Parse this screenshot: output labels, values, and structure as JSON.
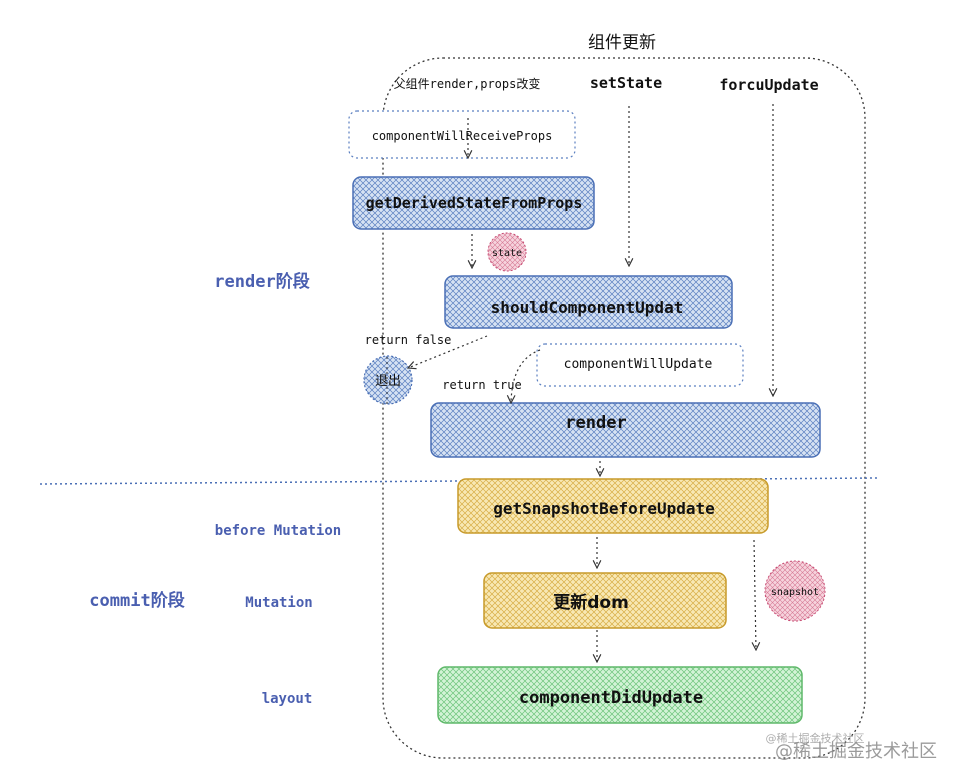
{
  "title": "组件更新",
  "triggers": {
    "parent": "父组件render,props改变",
    "set_state": "setState",
    "force_update": "forcuUpdate"
  },
  "phases": {
    "render": "render阶段",
    "commit": "commit阶段",
    "before_mutation": "before Mutation",
    "mutation": "Mutation",
    "layout": "layout"
  },
  "nodes": {
    "component_will_receive_props": "componentWillReceiveProps",
    "get_derived_state_from_props": "getDerivedStateFromProps",
    "should_component_update": "shouldComponentUpdat",
    "component_will_update": "componentWillUpdate",
    "render": "render",
    "get_snapshot_before_update": "getSnapshotBeforeUpdate",
    "update_dom": "更新dom",
    "component_did_update": "componentDidUpdate",
    "exit": "退出"
  },
  "badges": {
    "state": "state",
    "snapshot": "snapshot"
  },
  "edge_labels": {
    "return_false": "return false",
    "return_true": "return true"
  },
  "watermark": {
    "small": "@稀土掘金技术社区",
    "large": "@稀土掘金技术社区"
  },
  "colors": {
    "blue_fill": "#c7d8ee",
    "blue_stroke": "#4a6fb5",
    "yellow_fill": "#f6e3a6",
    "yellow_stroke": "#c79a2a",
    "green_fill": "#c9efcc",
    "green_stroke": "#5fb86a",
    "pink_fill": "#f3c6d3",
    "phase_label": "#4a5fb0"
  }
}
